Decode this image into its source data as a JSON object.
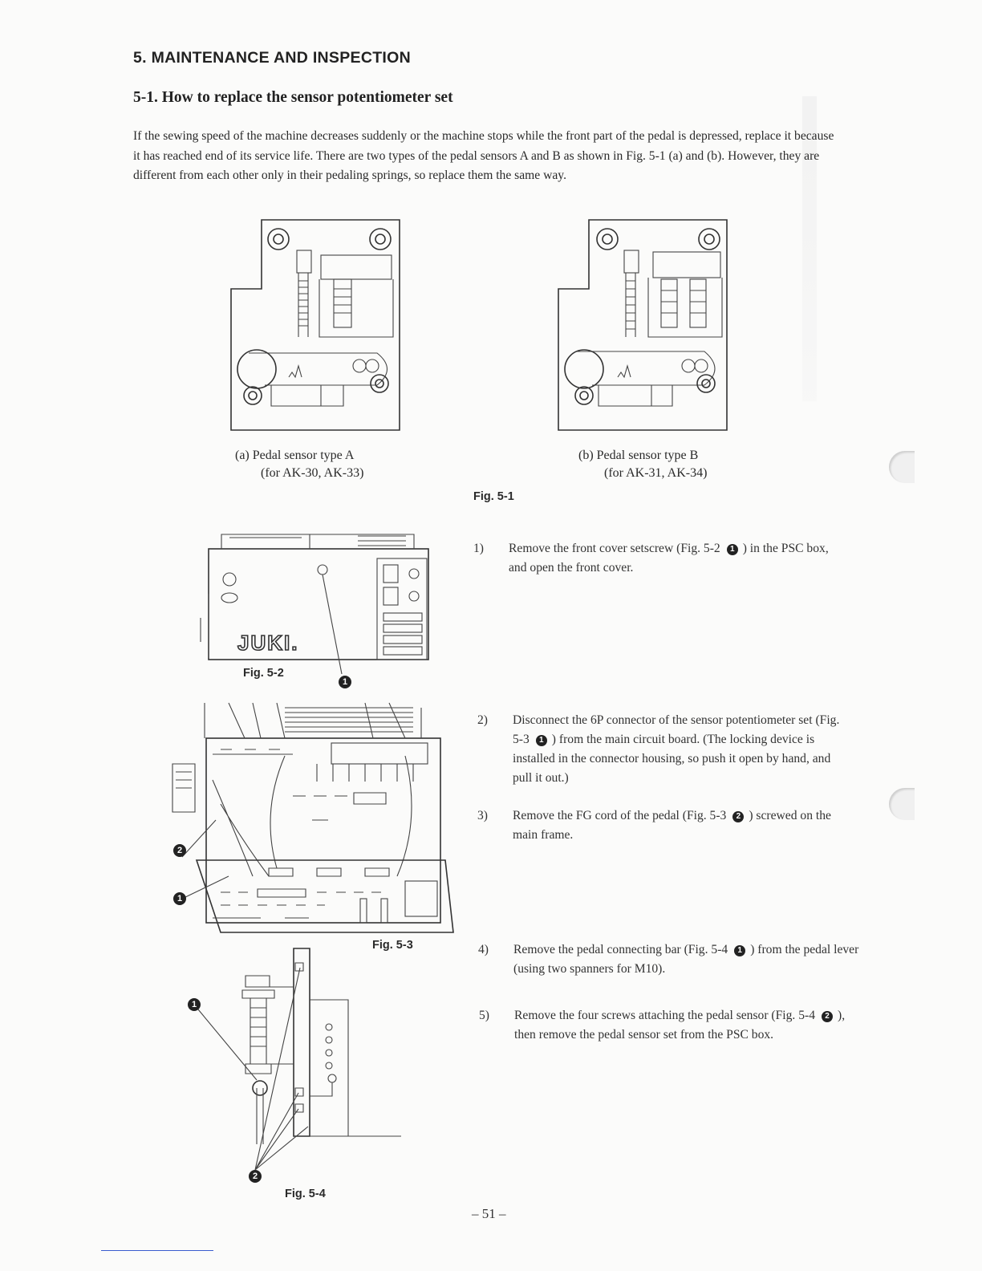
{
  "section_heading": "5. MAINTENANCE AND INSPECTION",
  "subsection_heading": "5-1. How to replace the sensor potentiometer set",
  "intro_paragraph": "If the sewing speed of the machine decreases suddenly or the machine stops while the front part of the pedal is depressed, replace it because it has reached end of its service life. There are two types of the pedal sensors A and B as shown in Fig. 5-1 (a) and (b). However, they are different from each other only in their pedaling springs, so replace them the same way.",
  "figures": {
    "fig_5_1": {
      "label": "Fig. 5-1",
      "a_caption_line1": "(a) Pedal sensor type A",
      "a_caption_line2": "(for AK-30, AK-33)",
      "b_caption_line1": "(b) Pedal sensor type B",
      "b_caption_line2": "(for AK-31, AK-34)"
    },
    "fig_5_2": {
      "label": "Fig. 5-2",
      "brand": "JUKI."
    },
    "fig_5_3": {
      "label": "Fig. 5-3"
    },
    "fig_5_4": {
      "label": "Fig. 5-4"
    }
  },
  "callouts": {
    "one": "1",
    "two": "2"
  },
  "steps": [
    {
      "num": "1)",
      "before": "Remove the front cover setscrew (Fig. 5-2",
      "marker": "1",
      "after": ") in the PSC box, and open the front cover."
    },
    {
      "num": "2)",
      "before": "Disconnect the 6P connector of the sensor potentiometer set (Fig. 5-3",
      "marker": "1",
      "after": ") from the main circuit board. (The locking device is installed in the connector housing, so push it open by hand, and pull it out.)"
    },
    {
      "num": "3)",
      "before": "Remove the FG cord of the pedal (Fig. 5-3",
      "marker": "2",
      "after": ") screwed on the main frame."
    },
    {
      "num": "4)",
      "before": "Remove the pedal connecting bar (Fig. 5-4",
      "marker": "1",
      "after": ") from the pedal lever (using two spanners for M10)."
    },
    {
      "num": "5)",
      "before": "Remove the four screws attaching the pedal sensor (Fig. 5-4",
      "marker": "2",
      "after": "), then remove the pedal sensor set from the PSC box."
    }
  ],
  "page_number": "– 51 –"
}
